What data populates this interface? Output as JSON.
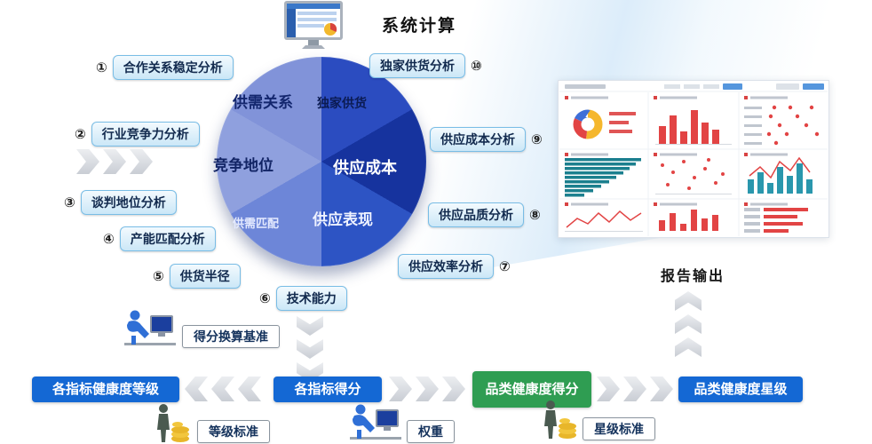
{
  "header": {
    "system_calc": "系统计算"
  },
  "pie": {
    "supply_demand_relation": "供需关系",
    "exclusive_supply": "独家供货",
    "competitive_position": "竞争地位",
    "supply_cost": "供应成本",
    "supply_performance": "供应表现",
    "supply_demand_match": "供需匹配"
  },
  "factors": {
    "left": [
      {
        "num": "①",
        "label": "合作关系稳定分析"
      },
      {
        "num": "②",
        "label": "行业竞争力分析"
      },
      {
        "num": "③",
        "label": "谈判地位分析"
      },
      {
        "num": "④",
        "label": "产能匹配分析"
      },
      {
        "num": "⑤",
        "label": "供货半径"
      },
      {
        "num": "⑥",
        "label": "技术能力"
      }
    ],
    "right": [
      {
        "num": "⑩",
        "label": "独家供货分析"
      },
      {
        "num": "⑨",
        "label": "供应成本分析"
      },
      {
        "num": "⑧",
        "label": "供应品质分析"
      },
      {
        "num": "⑦",
        "label": "供应效率分析"
      }
    ]
  },
  "report_output": "报告输出",
  "flow": {
    "score_basis": "得分换算基准",
    "step_grade": "各指标健康度等级",
    "step_score": "各指标得分",
    "step_category_score": "品类健康度得分",
    "step_category_star": "品类健康度星级",
    "grade_standard": "等级标准",
    "weight": "权重",
    "star_standard": "星级标准"
  },
  "colors": {
    "flow_blue": "#1468d4",
    "flow_green": "#2f9d52",
    "pie_dark": "#16339e",
    "pie_light": "#8193d9",
    "callout_border": "#79bde6"
  }
}
